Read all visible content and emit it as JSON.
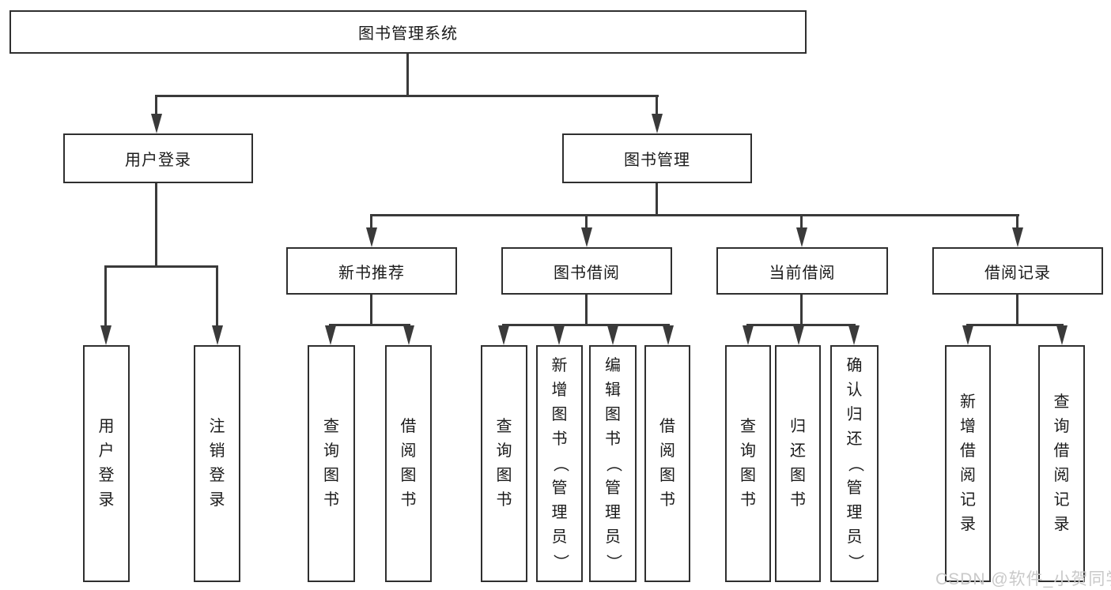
{
  "boxes": {
    "root": "图书管理系统",
    "level1": [
      "用户登录",
      "图书管理"
    ],
    "level2": [
      "新书推荐",
      "图书借阅",
      "当前借阅",
      "借阅记录"
    ],
    "leaves": [
      "用户登录",
      "注销登录",
      "查询图书",
      "借阅图书",
      "查询图书",
      "新增图书（管理员）",
      "编辑图书（管理员）",
      "借阅图书",
      "查询图书",
      "归还图书",
      "确认归还（管理员）",
      "新增借阅记录",
      "查询借阅记录"
    ]
  },
  "watermark": "CSDN @软件_小贺同学",
  "colors": {
    "line": "#3a3a3a",
    "border": "#2f2f2f",
    "text": "#1b1b1b",
    "watermark": "#c9c9c9",
    "background": "#ffffff"
  }
}
